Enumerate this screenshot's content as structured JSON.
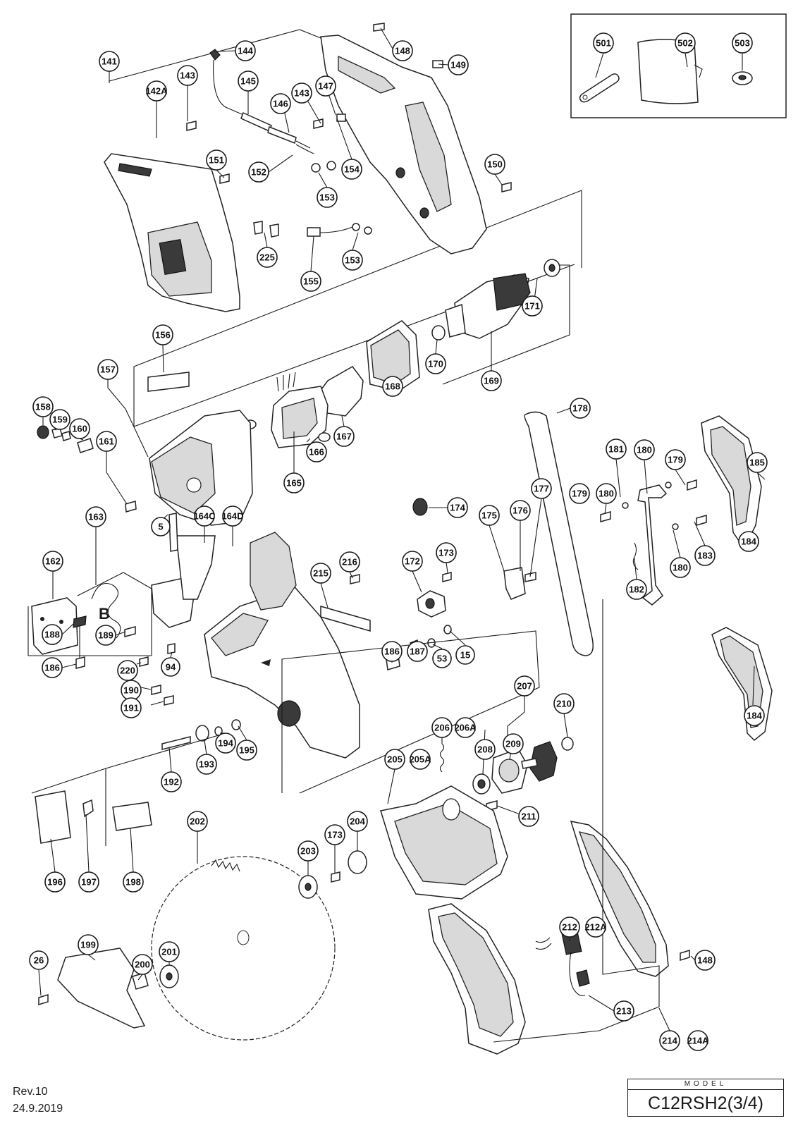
{
  "revision": "Rev.10",
  "revision_date": "24.9.2019",
  "model": {
    "caption": "MODEL",
    "name": "C12RSH2(3/4)"
  },
  "view_letter": "B",
  "callouts": [
    "141",
    "142A",
    "143",
    "144",
    "145",
    "146",
    "143",
    "147",
    "148",
    "149",
    "150",
    "151",
    "152",
    "153",
    "154",
    "225",
    "155",
    "153",
    "156",
    "157",
    "158",
    "159",
    "160",
    "161",
    "166",
    "165",
    "167",
    "168",
    "170",
    "169",
    "171",
    "178",
    "179",
    "180",
    "181",
    "180",
    "179",
    "185",
    "174",
    "175",
    "176",
    "177",
    "183",
    "180",
    "182",
    "184",
    "184",
    "162",
    "163",
    "5",
    "164C",
    "164D",
    "216",
    "215",
    "172",
    "173",
    "188",
    "189",
    "186",
    "220",
    "94",
    "190",
    "191",
    "186",
    "187",
    "53",
    "15",
    "192",
    "193",
    "194",
    "195",
    "207",
    "210",
    "206",
    "206A",
    "208",
    "209",
    "205",
    "205A",
    "211",
    "196",
    "197",
    "198",
    "202",
    "203",
    "173",
    "204",
    "199",
    "26",
    "200",
    "201",
    "212",
    "212A",
    "213",
    "214",
    "214A",
    "148",
    "501",
    "502",
    "503"
  ]
}
